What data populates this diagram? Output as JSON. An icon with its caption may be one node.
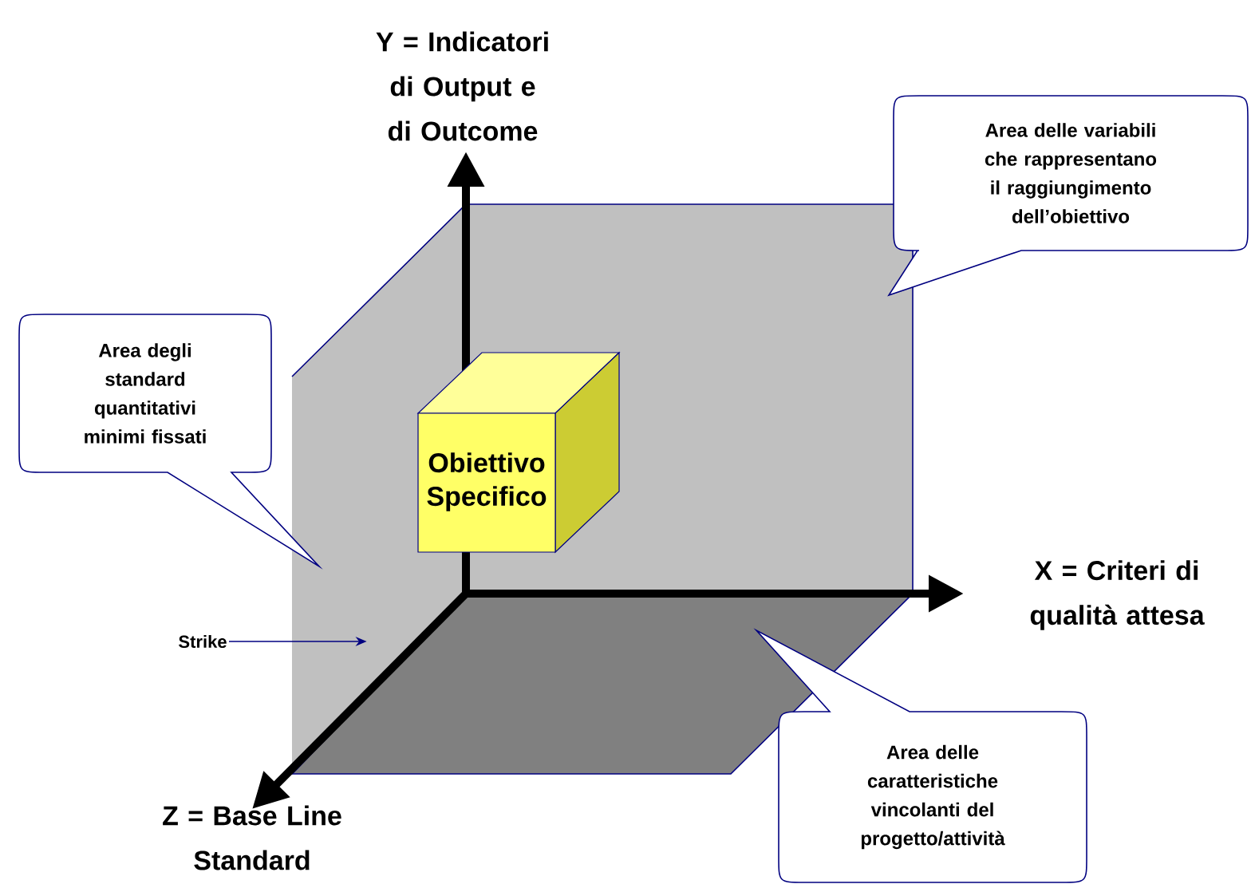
{
  "diagram": {
    "nodes": [
      {
        "text": [
          "Area delle variabili che rappresentano il raggiungimento dell’obiettivo"
        ]
      },
      {
        "text": [
          "Area degli standard quantitativi minimi fissati"
        ]
      },
      {
        "text": [
          "Obiettivo Specifico"
        ]
      },
      {
        "text": [
          "Strike"
        ]
      },
      {
        "text": [],
        "shape": "parallelogram"
      },
      {
        "text": [
          "Area delle caratteristiche vincolanti del progetto/attività"
        ]
      }
    ],
    "edges": [
      {
        "from": 3,
        "to": 4,
        "arrow": "to"
      }
    ],
    "labels": [
      "Y = Indicatori di Output e di Outcome",
      "X = Criteri di qualità attesa",
      "Z = Base Line Standard"
    ]
  }
}
